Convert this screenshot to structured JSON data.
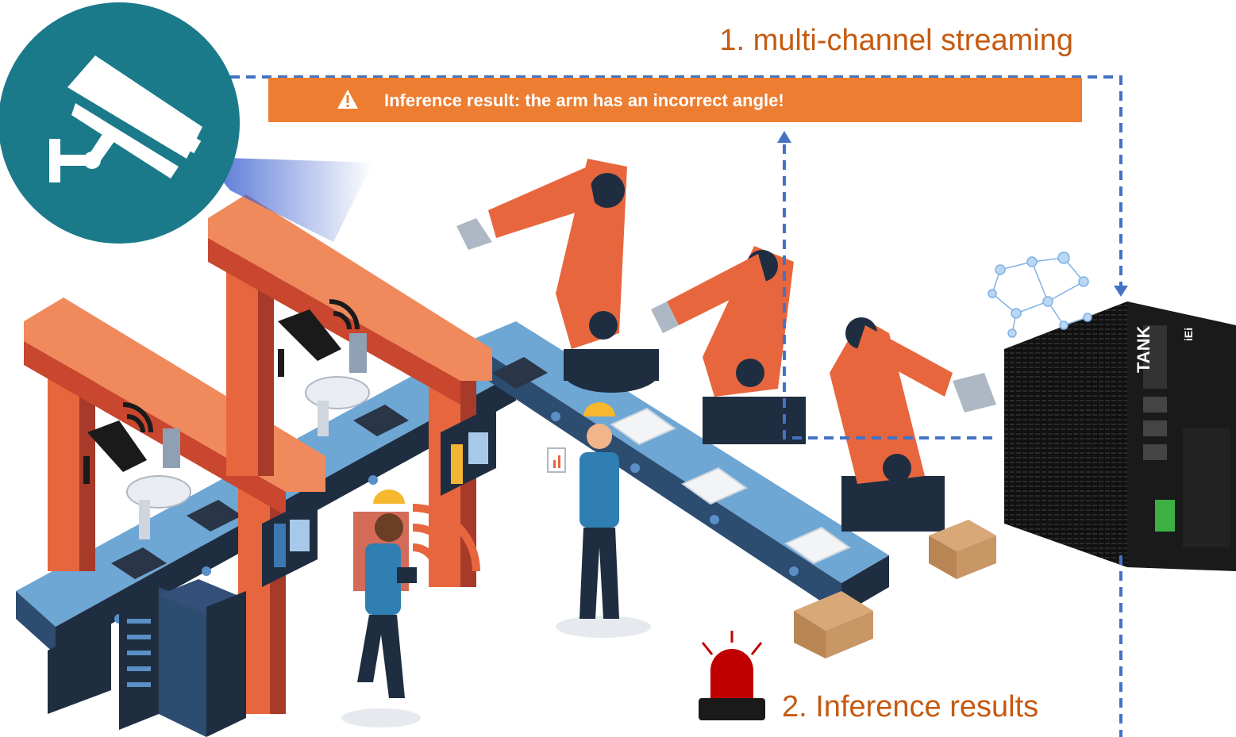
{
  "labels": {
    "streaming": "1. multi-channel streaming",
    "inference": "2. Inference results",
    "banner": "Inference result: the arm has an incorrect angle!"
  },
  "device": {
    "brand": "TANK",
    "logo": "iEi"
  },
  "icons": {
    "camera_badge": "security-camera-icon",
    "warning": "warning-triangle-icon",
    "siren": "alarm-siren-icon",
    "network": "neural-network-icon",
    "wifi": "wifi-signal-icon"
  },
  "colors": {
    "accent_orange": "#ed7d31",
    "label_orange": "#c55a11",
    "dashed_blue": "#4472c4",
    "badge_teal": "#1a7a8a",
    "conveyor_blue": "#5b8fc7",
    "robot_orange": "#e8663d",
    "frame_dark": "#1f2d40"
  }
}
